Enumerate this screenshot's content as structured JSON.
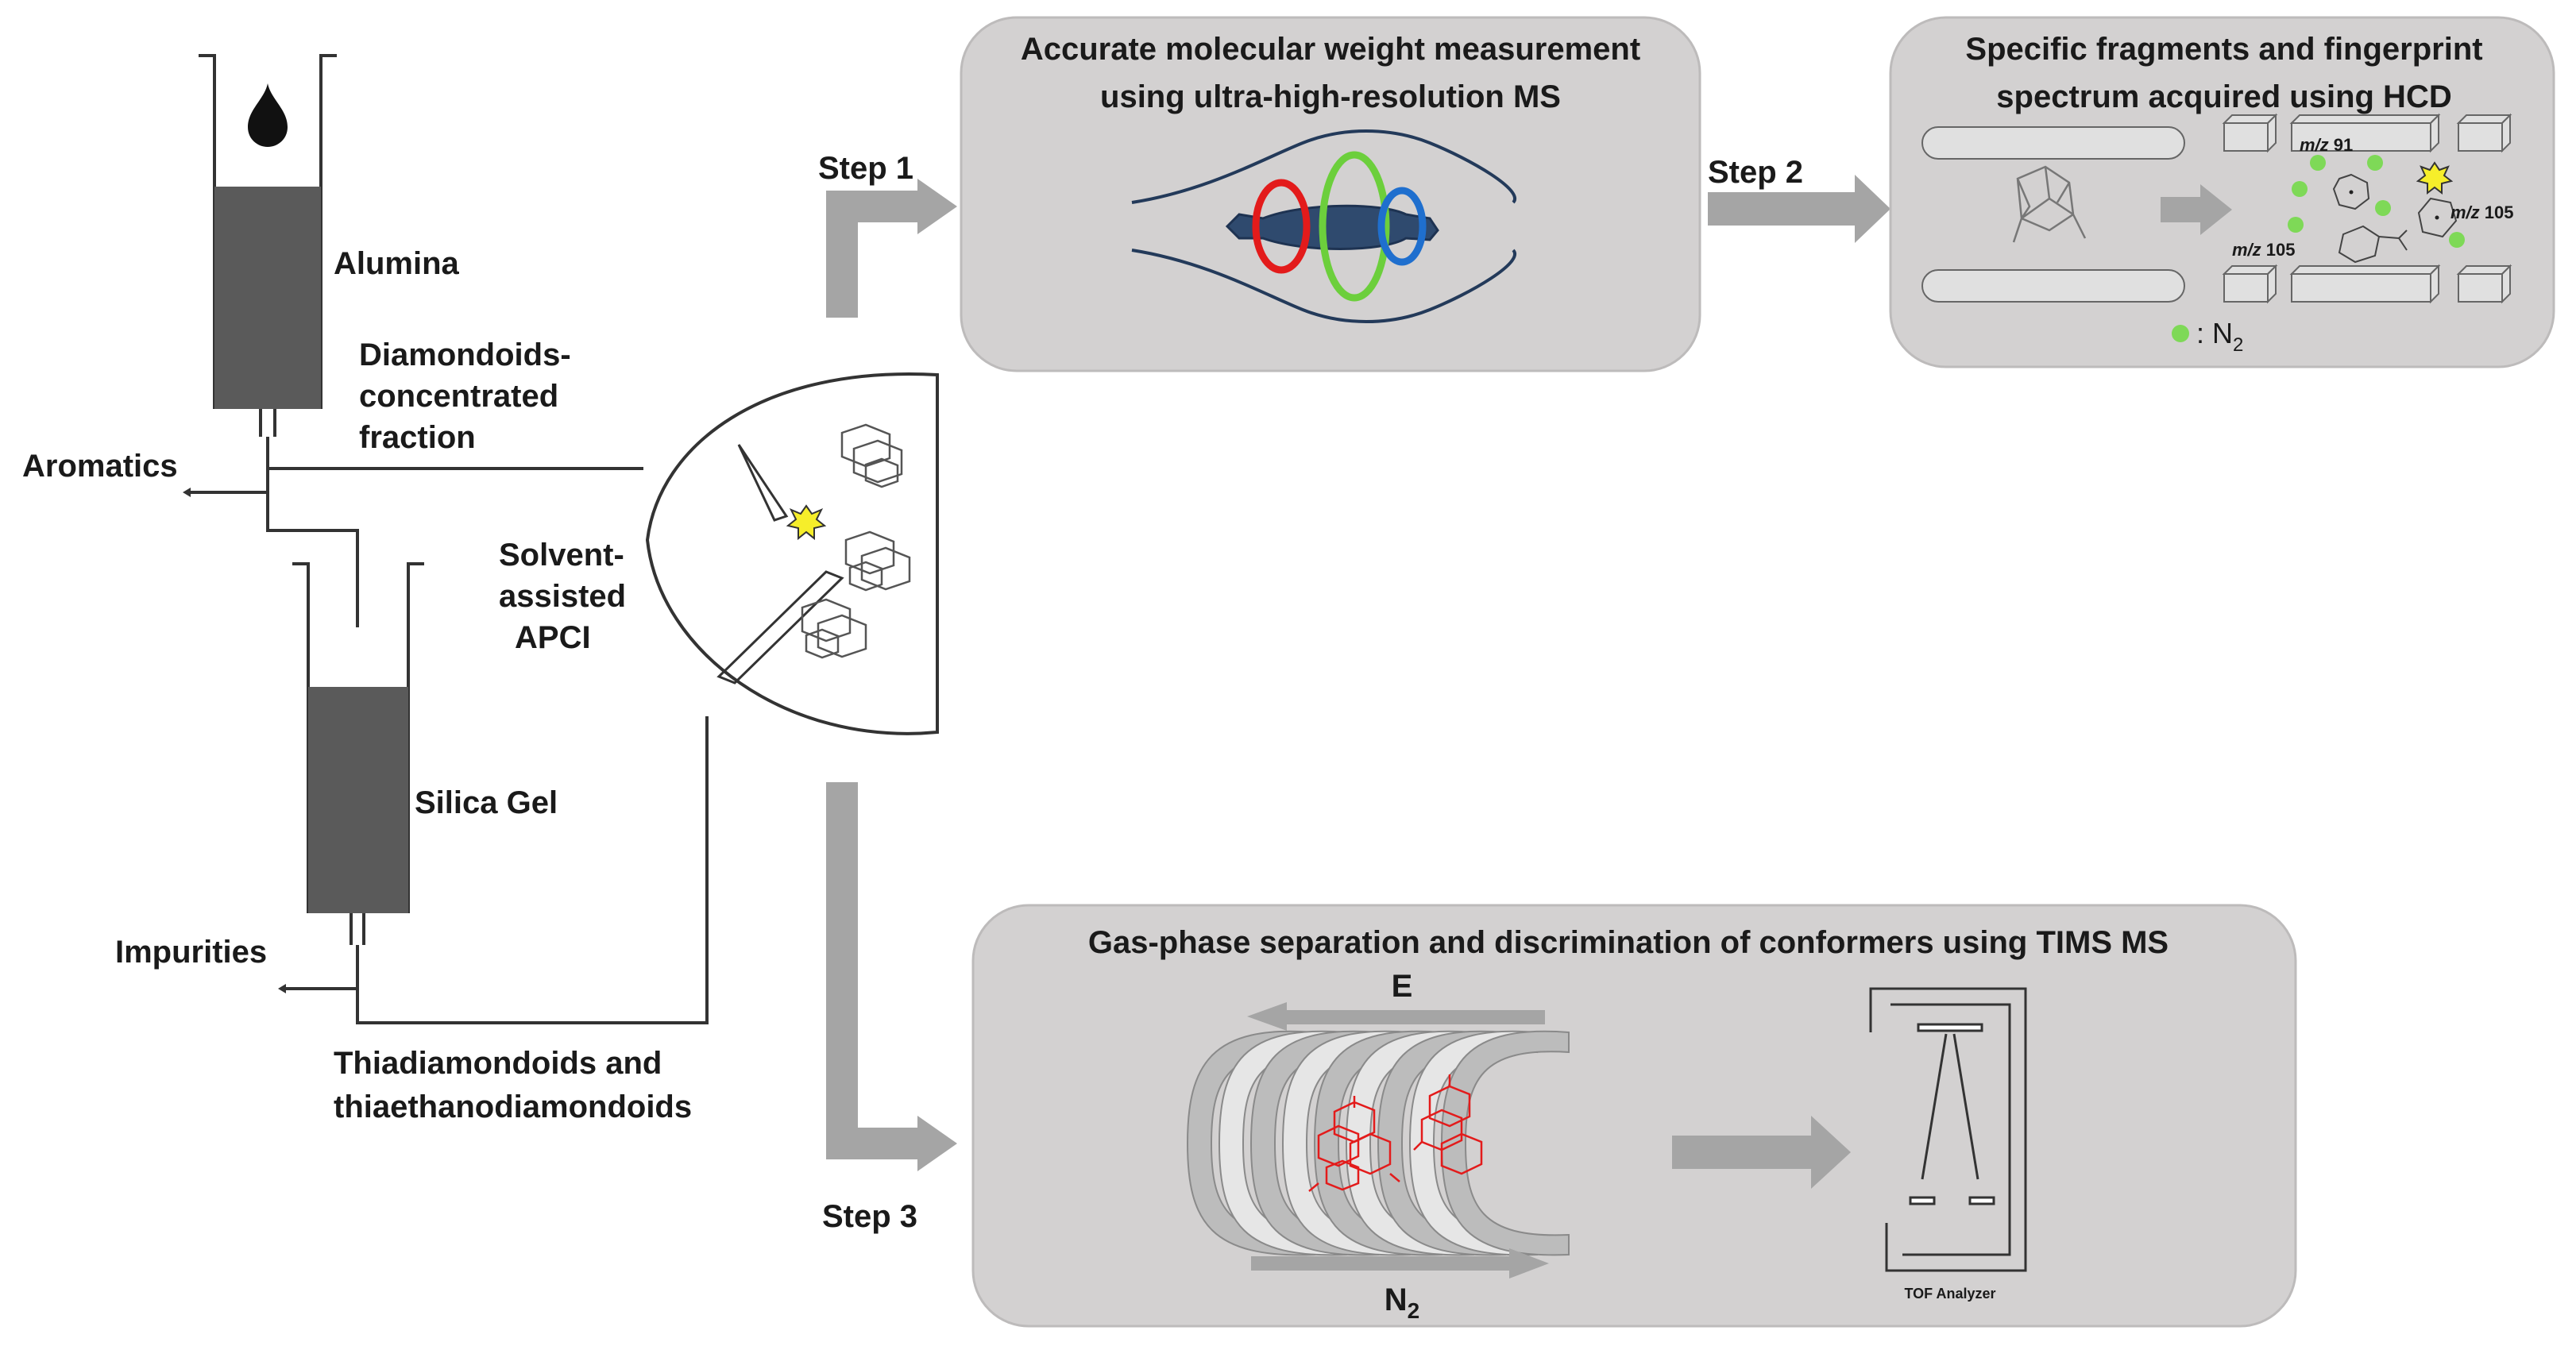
{
  "columns": {
    "alumina_label": "Alumina",
    "fraction_label_lines": [
      "Diamondoids-",
      "concentrated",
      "fraction"
    ],
    "aromatics_label": "Aromatics",
    "silica_label": "Silica Gel",
    "impurities_label": "Impurities",
    "thia_label_lines": [
      "Thiadiamondoids and",
      "thiaethanodiamondoids"
    ]
  },
  "source": {
    "label_lines": [
      "Solvent-",
      "assisted",
      "APCI"
    ]
  },
  "steps": {
    "step1": "Step 1",
    "step2": "Step 2",
    "step3": "Step 3"
  },
  "panels": {
    "ms": {
      "title_lines": [
        "Accurate molecular weight measurement",
        "using ultra-high-resolution MS"
      ],
      "ring_colors": [
        "#e31b1b",
        "#6ccf3c",
        "#1f6fce"
      ]
    },
    "hcd": {
      "title_lines": [
        "Specific fragments and fingerprint",
        "spectrum acquired using HCD"
      ],
      "fragment_labels": {
        "mz91": {
          "italic": "m/z",
          "value": " 91"
        },
        "mz105a": {
          "italic": "m/z",
          "value": " 105"
        },
        "mz105b": {
          "italic": "m/z",
          "value": " 105"
        }
      },
      "legend_text": ": N",
      "legend_sub": "2",
      "gas_color": "#7ed957"
    },
    "tims": {
      "title": "Gas-phase separation and discrimination of conformers using TIMS MS",
      "field_label": "E",
      "gas_label": "N",
      "gas_sub": "2",
      "analyzer_label": "TOF Analyzer",
      "ion_color": "#e31b1b"
    }
  },
  "colors": {
    "panel_bg": "#d3d1d1",
    "panel_border": "#bdbbbb",
    "arrow": "#a5a5a5",
    "column_fill": "#5a5a5a",
    "spark": "#f6ee2a"
  }
}
